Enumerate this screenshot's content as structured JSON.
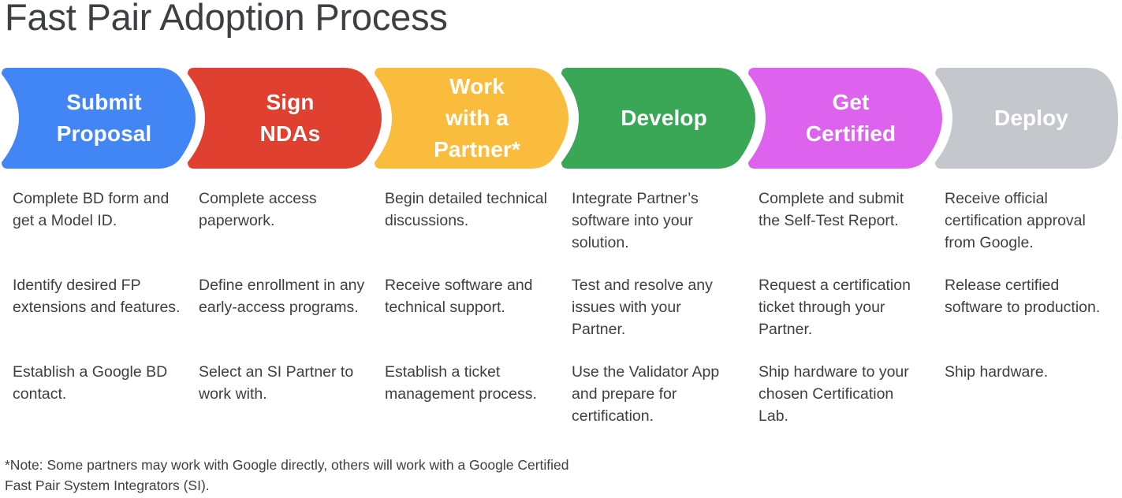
{
  "page": {
    "title": "Fast Pair Adoption Process",
    "title_color": "#3c4043",
    "background": "#ffffff",
    "text_color": "#3c4043"
  },
  "process": {
    "steps": [
      {
        "label": "Submit\nProposal",
        "color": "#4285f4",
        "label_color": "#ffffff",
        "shape": "chevron"
      },
      {
        "label": "Sign\nNDAs",
        "color": "#e04030",
        "label_color": "#ffffff",
        "shape": "chevron"
      },
      {
        "label": "Work\nwith a\nPartner*",
        "color": "#fabc3c",
        "label_color": "#ffffff",
        "shape": "chevron"
      },
      {
        "label": "Develop",
        "color": "#3aa757",
        "label_color": "#ffffff",
        "shape": "chevron"
      },
      {
        "label": "Get\nCertified",
        "color": "#dd62ee",
        "label_color": "#ffffff",
        "shape": "chevron"
      },
      {
        "label": "Deploy",
        "color": "#c4c7cc",
        "label_color": "#ffffff",
        "shape": "rounded-end"
      }
    ]
  },
  "details": {
    "columns": [
      {
        "step": "Submit Proposal",
        "items": [
          "Complete BD form and get a Model ID.",
          "Identify desired FP extensions and features.",
          "Establish a Google BD contact."
        ]
      },
      {
        "step": "Sign NDAs",
        "items": [
          "Complete access paperwork.",
          "Define enrollment in any early-access programs.",
          "Select an SI Partner to work with."
        ]
      },
      {
        "step": "Work with a Partner",
        "items": [
          "Begin detailed technical discussions.",
          "Receive software and technical support.",
          "Establish a ticket management process."
        ]
      },
      {
        "step": "Develop",
        "items": [
          "Integrate Partner’s software into your solution.",
          "Test and resolve any issues with your Partner.",
          "Use the Validator App and prepare for certification."
        ]
      },
      {
        "step": "Get Certified",
        "items": [
          "Complete and submit the Self-Test Report.",
          "Request a certification ticket through your Partner.",
          "Ship hardware to your chosen Certification Lab."
        ]
      },
      {
        "step": "Deploy",
        "items": [
          "Receive official certification approval from Google.",
          "Release certified software to production.",
          "Ship hardware."
        ]
      }
    ]
  },
  "footnote": {
    "text": "*Note: Some partners may work with Google directly, others will work with a Google Certified Fast Pair System Integrators (SI)."
  }
}
